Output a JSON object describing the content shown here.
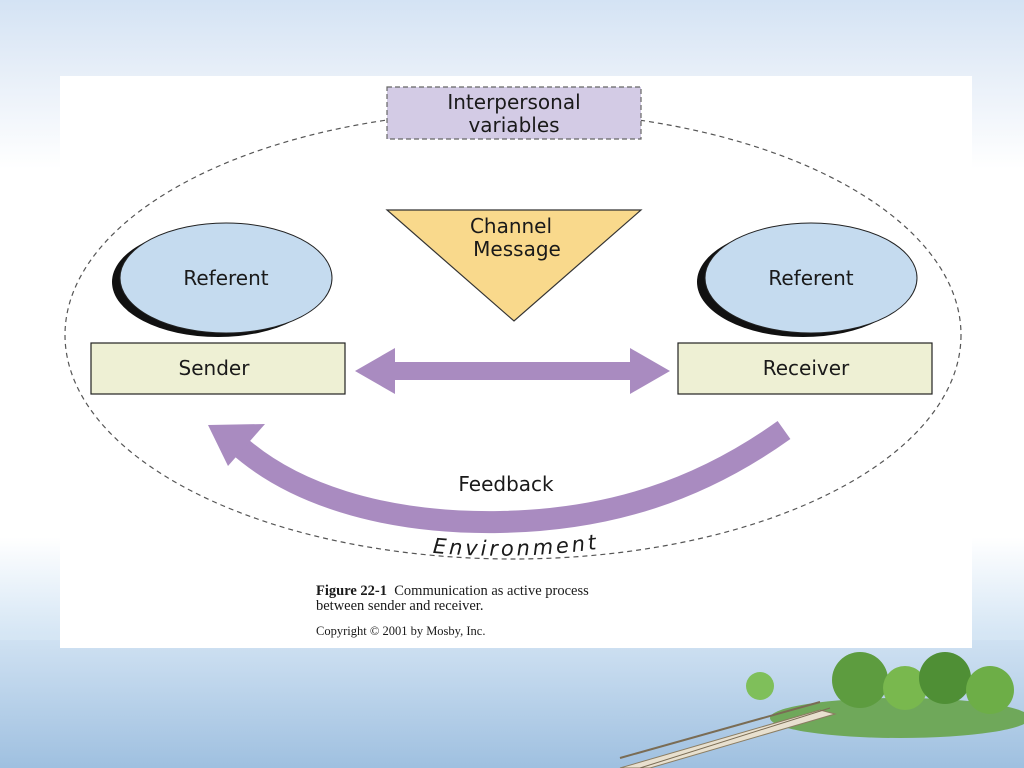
{
  "diagram": {
    "interpersonal": [
      "Interpersonal",
      "variables"
    ],
    "channel": [
      "Channel",
      "Message"
    ],
    "referent_left": "Referent",
    "referent_right": "Referent",
    "sender": "Sender",
    "receiver": "Receiver",
    "feedback": "Feedback",
    "environment": "Environment"
  },
  "caption": {
    "figure_number": "Figure 22-1",
    "line1": "Communication as active process",
    "line2": "between sender and receiver.",
    "copyright": "Copyright © 2001 by Mosby, Inc."
  },
  "colors": {
    "circle_fill": "#c5dbef",
    "box_fill": "#eef0d4",
    "interpersonal_fill": "#d3cbe5",
    "triangle_fill": "#f9d98c",
    "arrow": "#a98bc0"
  }
}
